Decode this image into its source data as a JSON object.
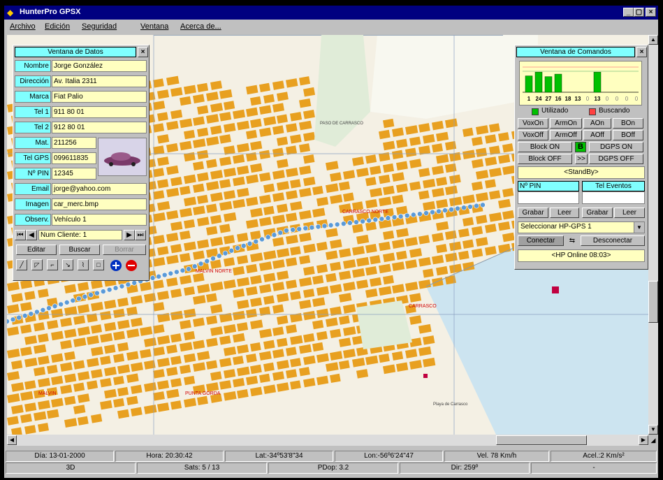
{
  "app": {
    "title": "HunterPro GPSX"
  },
  "window_controls": {
    "minimize": "_",
    "maximize": "▢",
    "close": "×"
  },
  "menu": [
    "Archivo",
    "Edición",
    "Seguridad",
    "Ventana",
    "Acerca de..."
  ],
  "data_window": {
    "title": "Ventana de Datos",
    "close": "×",
    "fields": [
      {
        "label": "Nombre",
        "value": "Jorge González"
      },
      {
        "label": "Dirección",
        "value": "Av. Italia 2311"
      },
      {
        "label": "Marca",
        "value": "Fiat Palio"
      },
      {
        "label": "Tel 1",
        "value": "911 80 01"
      },
      {
        "label": "Tel 2",
        "value": "912 80 01"
      },
      {
        "label": "Mat.",
        "value": "211256"
      },
      {
        "label": "Tel GPS",
        "value": "099611835"
      },
      {
        "label": "Nº PIN",
        "value": "12345"
      },
      {
        "label": "Email",
        "value": "jorge@yahoo.com"
      },
      {
        "label": "Imagen",
        "value": "car_merc.bmp"
      },
      {
        "label": "Observ.",
        "value": "Vehículo 1"
      }
    ],
    "nav": {
      "first": "⏮",
      "prev": "◀",
      "record": "Num Cliente: 1",
      "next": "▶",
      "last": "⏭"
    },
    "buttons": {
      "edit": "Editar",
      "search": "Buscar",
      "delete": "Borrar"
    }
  },
  "tools": [
    "line-tool-icon",
    "polygon-tool-icon",
    "polyline-tool-icon",
    "arrow-tool-icon",
    "route-tool-icon",
    "rectangle-tool-icon",
    "zoom-in-icon",
    "zoom-out-icon"
  ],
  "command_window": {
    "title": "Ventana de Comandos",
    "close": "×",
    "channels": [
      "1",
      "24",
      "27",
      "16",
      "18",
      "13",
      "0",
      "13",
      "0",
      "0",
      "0",
      "0"
    ],
    "bar_levels": [
      0.65,
      0.8,
      0.62,
      0.72,
      0,
      0,
      0,
      0.8,
      0,
      0,
      0,
      0
    ],
    "legend_used": "Utilizado",
    "legend_searching": "Buscando",
    "used_color": "#00c000",
    "searching_color": "#ff4040",
    "cmd_row1": [
      "VoxOn",
      "ArmOn",
      "AOn",
      "BOn"
    ],
    "cmd_row2": [
      "VoxOff",
      "ArmOff",
      "AOff",
      "BOff"
    ],
    "block_on": "Block ON",
    "block_off": "Block OFF",
    "b_indicator": "B",
    "arrows": ">>",
    "dgps_on": "DGPS ON",
    "dgps_off": "DGPS OFF",
    "standby": "<StandBy>",
    "pin_label": "Nº PIN",
    "events_label": "Tel Eventos",
    "save1": "Grabar",
    "read1": "Leer",
    "save2": "Grabar",
    "read2": "Leer",
    "select_value": "Seleccionar HP-GPS 1",
    "connect": "Conectar",
    "disconnect": "Desconectar",
    "online": "<HP Online 08:03>"
  },
  "map_labels": {
    "l1": "PASO DE CARRASCO",
    "l2": "CARRASCO NORTE",
    "l3": "MALVIN NORTE",
    "l4": "PUNTA GORDA",
    "l5": "MALVIN",
    "l6": "CARRASCO",
    "l7": "Playa de Carrasco"
  },
  "status": {
    "row1": [
      "Día: 13-01-2000",
      "Hora: 20:30:42",
      "Lat:-34º53'8\"34",
      "Lon:-56º6'24\"47",
      "Vel. 78 Km/h",
      "Acel.:2 Km/s²"
    ],
    "row2": [
      "3D",
      "Sats: 5 / 13",
      "PDop: 3.2",
      "Dir: 259º",
      "-"
    ]
  },
  "colors": {
    "title_bar": "#000080",
    "panel_cyan": "#80ffff",
    "field_yellow": "#ffffc0",
    "block_fill": "#e8a020",
    "route_point": "#5a9ad8"
  }
}
